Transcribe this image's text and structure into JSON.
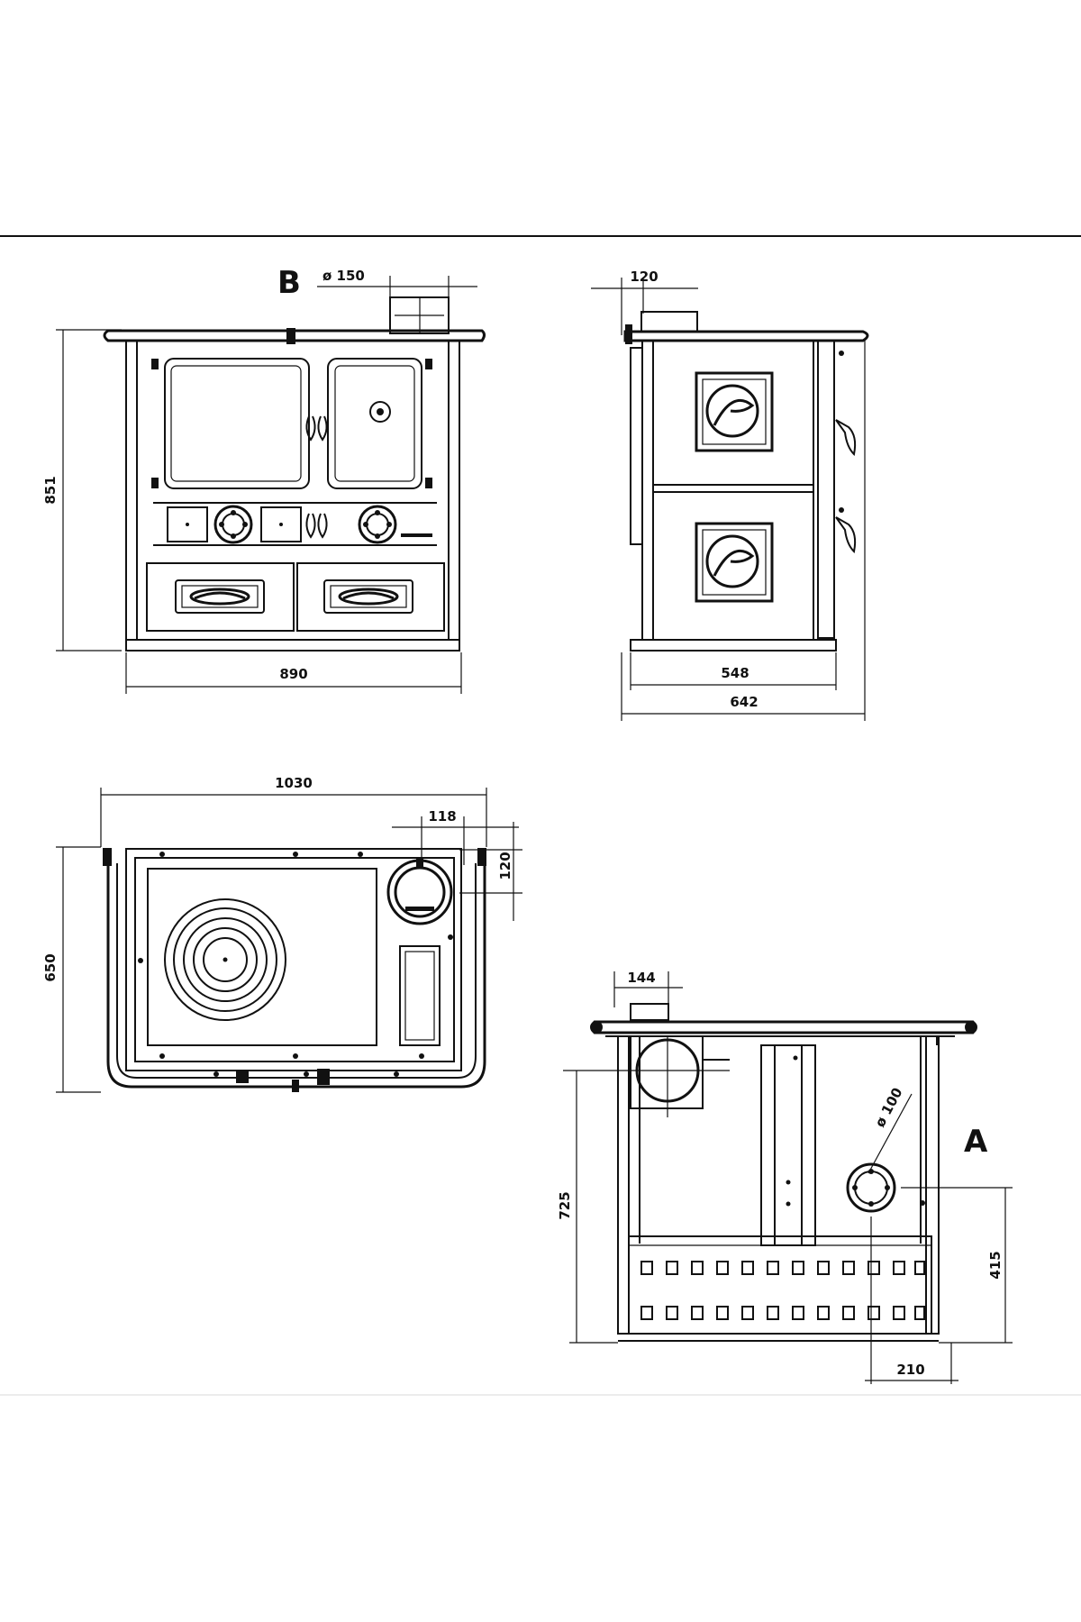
{
  "views": {
    "front": {
      "marker": "B",
      "flue_diameter": "ø  150",
      "height": "851",
      "width": "890"
    },
    "side": {
      "flue_offset": "120",
      "depth_body": "548",
      "depth_total": "642"
    },
    "top": {
      "width": "1030",
      "flue_from_edge": "118",
      "flue_from_back": "120",
      "depth": "650"
    },
    "rear": {
      "flue_width": "144",
      "flue_height": "725",
      "marker": "A",
      "inlet_diameter": "ø 100",
      "inlet_height": "415",
      "inlet_offset": "210"
    }
  }
}
